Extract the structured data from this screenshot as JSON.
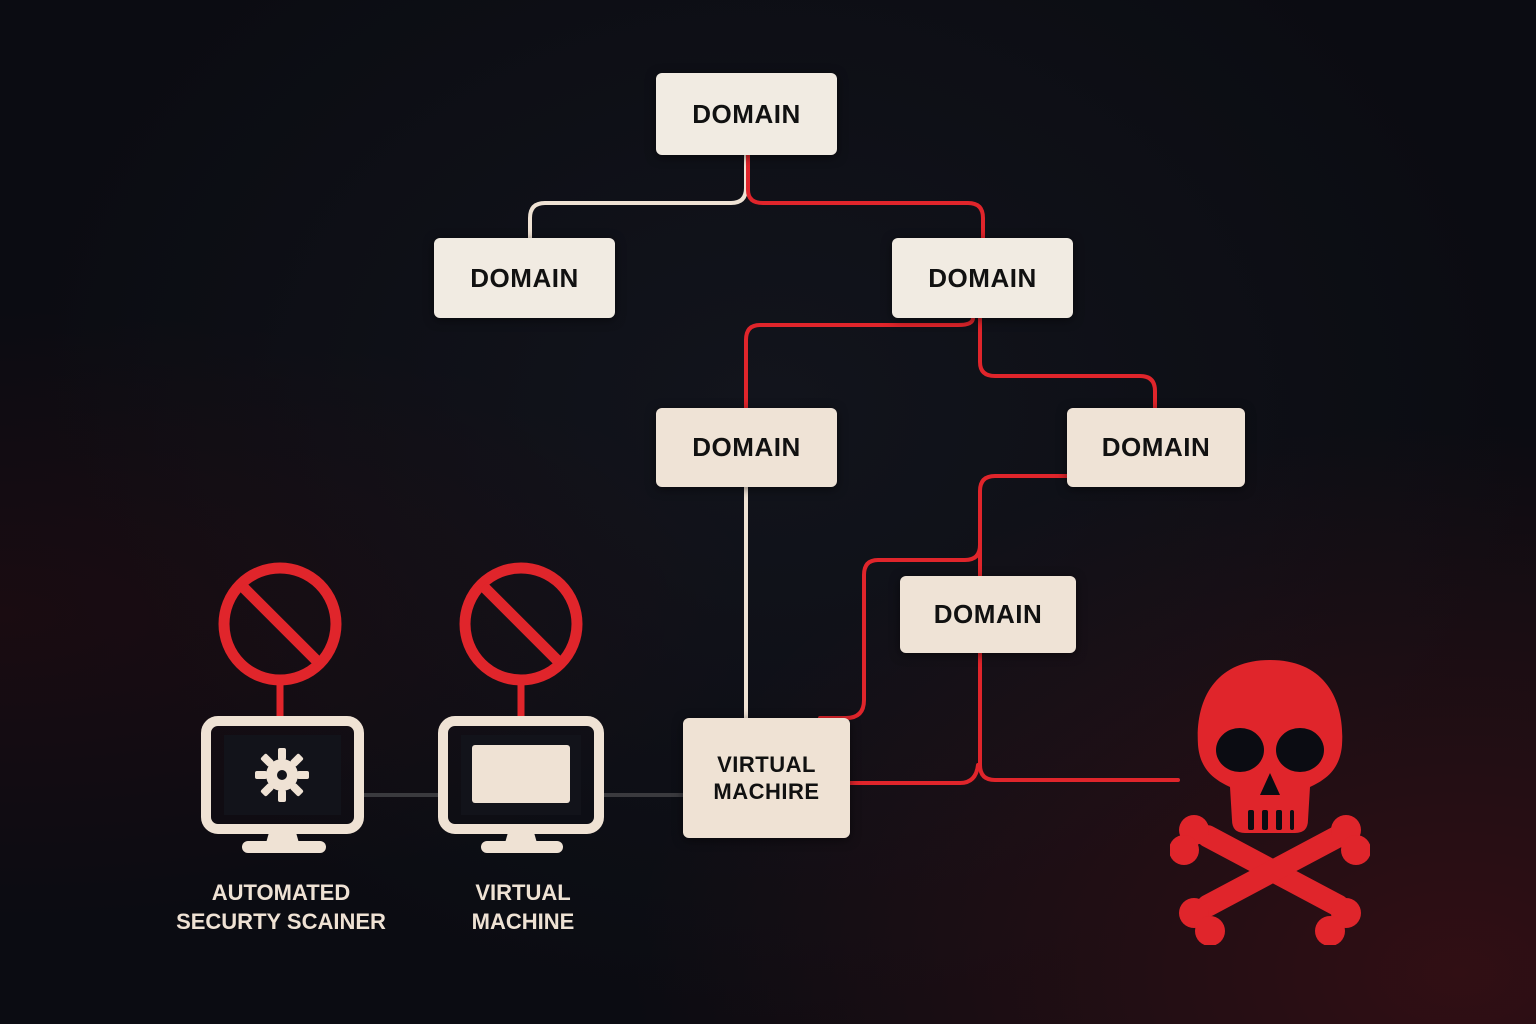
{
  "nodes": {
    "root": "DOMAIN",
    "left_child": "DOMAIN",
    "right_child": "DOMAIN",
    "mid_left": "DOMAIN",
    "mid_right": "DOMAIN",
    "lower": "DOMAIN",
    "vm_box_line1": "VIRTUAL",
    "vm_box_line2": "MACHIRE"
  },
  "devices": [
    {
      "caption_line1": "AUTOMATED",
      "caption_line2": "SECURTY SCAINER",
      "icon": "monitor-gear-icon",
      "status_icon": "prohibited-icon"
    },
    {
      "caption_line1": "VIRTUAL",
      "caption_line2": "MACHINE",
      "icon": "monitor-window-icon",
      "status_icon": "prohibited-icon"
    }
  ],
  "threat_icon": "skull-crossbones-icon",
  "colors": {
    "background": "#0b0c12",
    "box": "#f1ebe2",
    "safe_link": "#efe2d4",
    "attack_link": "#e0252b",
    "prohibited": "#e0252b",
    "skull": "#e0252b"
  }
}
